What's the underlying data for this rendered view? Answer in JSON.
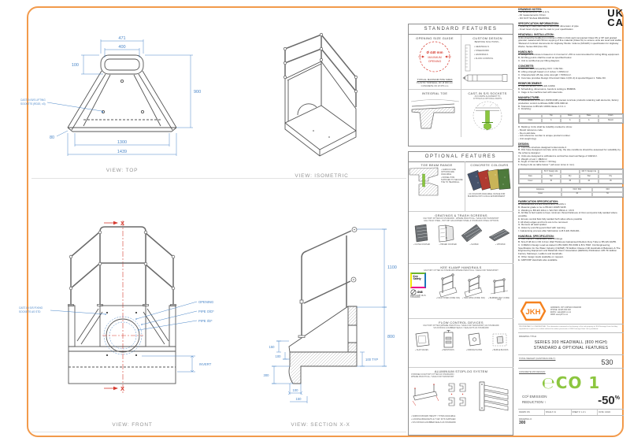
{
  "colors": {
    "border_orange": "#F29A4B",
    "dim_blue": "#4A86C8",
    "red": "#D63A2F",
    "eco_green": "#8CC63F",
    "jkh_orange": "#F5821F",
    "swatch_1": "#46536B",
    "swatch_2": "#B03A30",
    "swatch_3": "#C9B458",
    "swatch_4": "#4E7A3C"
  },
  "views": {
    "top": {
      "label": "VIEW: TOP",
      "dims": {
        "w471": "471",
        "w400": "400",
        "d100": "100",
        "h900": "900",
        "t80": "80",
        "w1300": "1300",
        "w1439": "1439"
      },
      "callout": [
        "CAST-IN B/S LIFTING",
        "SOCKETS (RD20, x3)"
      ]
    },
    "isometric": {
      "label": "VIEW: ISOMETRIC"
    },
    "front": {
      "label": "VIEW: FRONT",
      "marker": "X",
      "callout_sockets": [
        "CAST-IN S/S FIXING",
        "SOCKETS AS STD"
      ],
      "opening": "OPENING",
      "pipe_od": "PIPE O/D*",
      "pipe_id": "PIPE I/D*",
      "invert": "INVERT"
    },
    "section": {
      "label": "VIEW: SECTION X-X",
      "dims": {
        "h1100": "1100",
        "h800": "800",
        "l150": "150",
        "l100": "100",
        "l300": "300",
        "typ": "100 TYP",
        "b100": "100",
        "b150": "150"
      }
    }
  },
  "standard": {
    "title": "STANDARD FEATURES",
    "opening": {
      "head": "OPENING SIZE GUIDE",
      "c1": "Ø 440 mm",
      "c2": "MAXIMUM",
      "c3": "OPENING",
      "sub": "TYPICAL MAXIMUM PIPE SIZES",
      "l1": "PLASTIC TWINWALL I/D: Ø 300 mm",
      "l2": "CONCRETE I/D: Ø 375 mm"
    },
    "custom": {
      "head": "CUSTOM DESIGN",
      "sub": "BESPOKE SOLUTIONS...",
      "bullets": [
        "HEADWALLS",
        "STEELWORK",
        "HANDRAILS",
        "FLOW CONTROL"
      ]
    },
    "toe": {
      "head": "INTEGRAL TOE"
    },
    "sockets": {
      "head": "CAST-IN S/S SOCKETS",
      "l1": "ACCURATE ALIGNMENT TO",
      "l2": "FITTINGS & OPTIONAL PARTS"
    }
  },
  "optional": {
    "title": "OPTIONAL FEATURES",
    "toe_beam": {
      "head": "TOE BEAM RANGE",
      "bullets": [
        "VARIOUS SIZE OPTIONS ARE AVAILABLE",
        "DOWEL PINS SUPPLIED TO SECURE TOE TO HEADWALL"
      ]
    },
    "colours": {
      "head": "CONCRETE COLOURS",
      "bullets": [
        "24 COLOURS AVAILABLE. RANGE FOR BLENDING INTO LOCAL ENVIRONMENT"
      ]
    },
    "gratings": {
      "head": "GRATINGS & TRASH SCREENS",
      "sub1": "FACTORY FITTED AS STANDARD - WHERE PRACTICAL / SAFE FOR TRANSPORT",
      "sub2": "GALV MILD STEEL, HOT DIP GALVANISED STEEL & STAINLESS STEEL OPTIONS",
      "labels": [
        "CLOSE COUPLED",
        "HINGED COUPLED",
        "SLOPED",
        "UPSTAND"
      ]
    },
    "handrails": {
      "head": "KEE KLAMP HANDRAILS",
      "sub1": "FACTORY FITTED AS STANDARD WHERE PRACTICAL / SAFE FOR TRANSPORT",
      "logo": [
        "Kee",
        "Safety"
      ],
      "badge": "Ø48",
      "bullet": "KEE KLAMP 48 AS STANDARD",
      "labels": [
        "FULLY FIXED (CODE: K01)",
        "HALF WING (CODE: K02)",
        "BARRIER ONLY (CODE: K03)"
      ]
    },
    "flow": {
      "head": "FLOW CONTROL DEVICES",
      "sub1": "FACTORY FITTED (WHERE PRACTICAL / SAFE FOR TRANSPORT) AS STANDARD",
      "sub2": "S/S FIXINGS & RUBBER SEALS / SEALANTS AS STANDARD",
      "labels": [
        "FLAP VALVES",
        "PENSTOCKS",
        "ORIFICE PLATES",
        "BAFFLE BLOCKS"
      ]
    },
    "stoplog": {
      "head": "ALUMINIUM STOPLOG SYSTEM",
      "sub1": "CHANNELS FACTORY FITTED AS STANDARD /",
      "sub2": "WHERE PRACTICAL / SAFE FOR TRANSPORT",
      "bullets": [
        "VARIOUS BOARD HEIGHT / TYPES AVAILABLE",
        "LOCKING BRACKETS & T KEY KITS SUPPLIED",
        "S/S FIXINGS & RUBBER SEALS AS STANDARD"
      ]
    }
  },
  "ukca": {
    "l1": "UK",
    "l2": "CA"
  },
  "notes": {
    "sections": [
      {
        "heading": "DRAWING NOTES:",
        "lines": [
          "-  All dimensions in mm U.O.S.",
          "-  All measurements ±3mm",
          "-  DO NOT SCALE DRAWING"
        ]
      },
      {
        "heading": "SPECIFICATION INFORMATION:",
        "lines": [
          "-  Opening in back wall cast to suit outer dimension of pipe",
          "-  Invert level of pipe can be cast to your specification"
        ]
      },
      {
        "heading": "HEADWALL INSTALLATION:",
        "lines": [
          "Units should be bedded on minimum 150mm thick well compacted Class 6N or 6P well graded granular material with 50mm topping of fine material (Class 6L) to ensure units are level and stable. 'Manual of contract documents for Highway Works. Volume (MCHW) 1 specification for Highway Works. Series 600 (Nov 09)."
        ]
      },
      {
        "heading": "HANDLING:",
        "lines": [
          "A.  Weight of concrete is based on 2.4 tonne/m³ +5% is recommended for sizing lifting equipment.",
          "B.  All lifting points shall be used as specified below.",
          "C.  Unit is certified as per lifting diagram."
        ]
      },
      {
        "heading": "CONCRETE:",
        "lines": [
          "A.  Mix ref: Self-compacting OCV / C64 Mix.",
          "B.  Lifting strength based on 2 cubes = 20N/mm².",
          "C.  Characteristic 28 day cube strength = 50N/mm².",
          "D.  Concrete provides Design Chemical Class 4 (DC-4) & special Digest 1. Table D3."
        ]
      },
      {
        "heading": "REINFORCEMENT:",
        "lines": [
          "A.  Reinforcement to B.S EN 13369.",
          "B.  Scheduling, dimensions, bends & cutting to BS8666.",
          "C.  Cage to be machine tied with steel wire."
        ]
      },
      {
        "heading": "MANUFACTURE:",
        "lines": [
          "A.  Manufacture to BS EN 15258:2008 precast concrete products retaining wall elements, factory production control certificate 0086 CPR-600/mll.",
          "B.  Tolerances to BS EN 13369 clause 4.3.1.1",
          "C.  Finishing:"
        ]
      },
      {
        "heading": "",
        "lines": [
          "D.  Marking: Units shall be indelibly marked to show:",
          "-  Mould reference code.",
          "-  De-mould date.",
          "-  Job reference number & unique product number.",
          "-  Unit weight (kg)."
        ]
      },
      {
        "heading": "DESIGN:",
        "lines": [
          "A.  Concrete structure designed to Eurocode 2.",
          "B.  JKH have designed concrete units only, the site conditions should be assessed for suitability by the scheme designer.",
          "C.  Units are designed to withstand a vertical live load surcharge of 10kN/m².",
          "D.  Weight of soil = 18kN/m³.",
          "E.  Angle of internal friction = 30 Deg.",
          "F.  Design Life as table below * (all cover sizes in mm)."
        ]
      },
      {
        "heading": "FABRICATION SPECIFICATION:",
        "lines": [
          "A.  Manufacture BS EN 1090-2 EXC CLASS 1",
          "B.  Material grade to be to BS EN 10025 S235",
          "C.  Welding to BS EN 1011-1 / EN ISO 15614-1 / 15.8",
          "D.  All fillet & butt welds to have minimum throat thickness of 3mm and joints fully welded where possible.",
          "E.  Ensure central flats fully welded both sides where possible",
          "F.  All sharp edges and burrs are to be removed.",
          "G.  Remove all weld spatter.",
          "H.  Holes by punching permitted with reaming.",
          "I.  Galvanising process after fabrication to B.S EN ISO1461."
        ]
      },
      {
        "heading": "HANDRAIL SPECIFICATION:",
        "lines": [
          "A.  Kee Klamp® Galvanised Size 8 Fittings",
          "B.  Size 8 48.3mm OD 3.2mm Wall Thickness Galvanised Medium Duty Tube to BS EN 10255.",
          "C.  0.36kN/m Design Load as stated in BS 6180; BS 6399 & B.S.7818. Civil Engineering Specification for the Water Industry (CESWI) 7th Edition Clause 2.90 Handrails & Balusters & The Engineering Equipment and Materials Users' Association (EEMUA) Publication 105 7th Edition Factory Stairways, Ladders and Handrails.",
          "D.  Other design loads available on request.",
          "E.  GRP/FRP Handrails also available."
        ]
      }
    ],
    "finishing_table": [
      "",
      "Top",
      "Sides",
      "Base",
      "Finish",
      "Class",
      "A",
      "A",
      "A",
      "Mould"
    ],
    "design_table_a": [
      "",
      "50 Yr Design Life",
      "",
      "100 Yr Design Life",
      "",
      "Face",
      "Wet",
      "Dry",
      "Wet",
      "Dry",
      "Cover",
      "30",
      "35",
      "40",
      "45"
    ],
    "design_table_b": [
      "Exposure",
      "XC3 / XD1",
      "XF3",
      "Cover",
      "40",
      "50"
    ]
  },
  "jkh": {
    "logo": "JKH",
    "address": [
      "ADDRESS: JKH UNITED KINGDOM",
      "PHONE: 01945 000 000",
      "EMAIL: sales@jkh.co.uk",
      "WEB: www.jkh.co.uk"
    ]
  },
  "proprietary": "PROPRIETARY & CONFIDENTIAL: The information contained in this drawing is the sole property of JKH Drainage Units Ltd. Any reproduction in part or as a whole without the written permission of JKH Drainage Units Ltd is prohibited.",
  "title_block": {
    "drawing_title_label": "DRAWING TITLE:",
    "title": [
      "SERIES 300 HEADWALL (800 HIGH)",
      "STANDARD & OPTIONAL FEATURES"
    ],
    "weight_label": "TOTAL WEIGHT (CASTINGS ONLY):",
    "weight_value": "530",
    "mix_label": "CONCRETE MIX DESIGN:",
    "eco_logo": "℮CO 1",
    "co2_lines": [
      "CO² EMISSION",
      "REDUCTION ↑"
    ],
    "pct": "-50",
    "pct_unit": "%",
    "drawn": "DRAWN: RN",
    "issue": "ISSUE #: 01",
    "sheet": "SHEET #: 1 of 1",
    "date": "DATE: 1/2024",
    "drawing_no_label": "DRAWING #:",
    "drawing_no": "300"
  }
}
